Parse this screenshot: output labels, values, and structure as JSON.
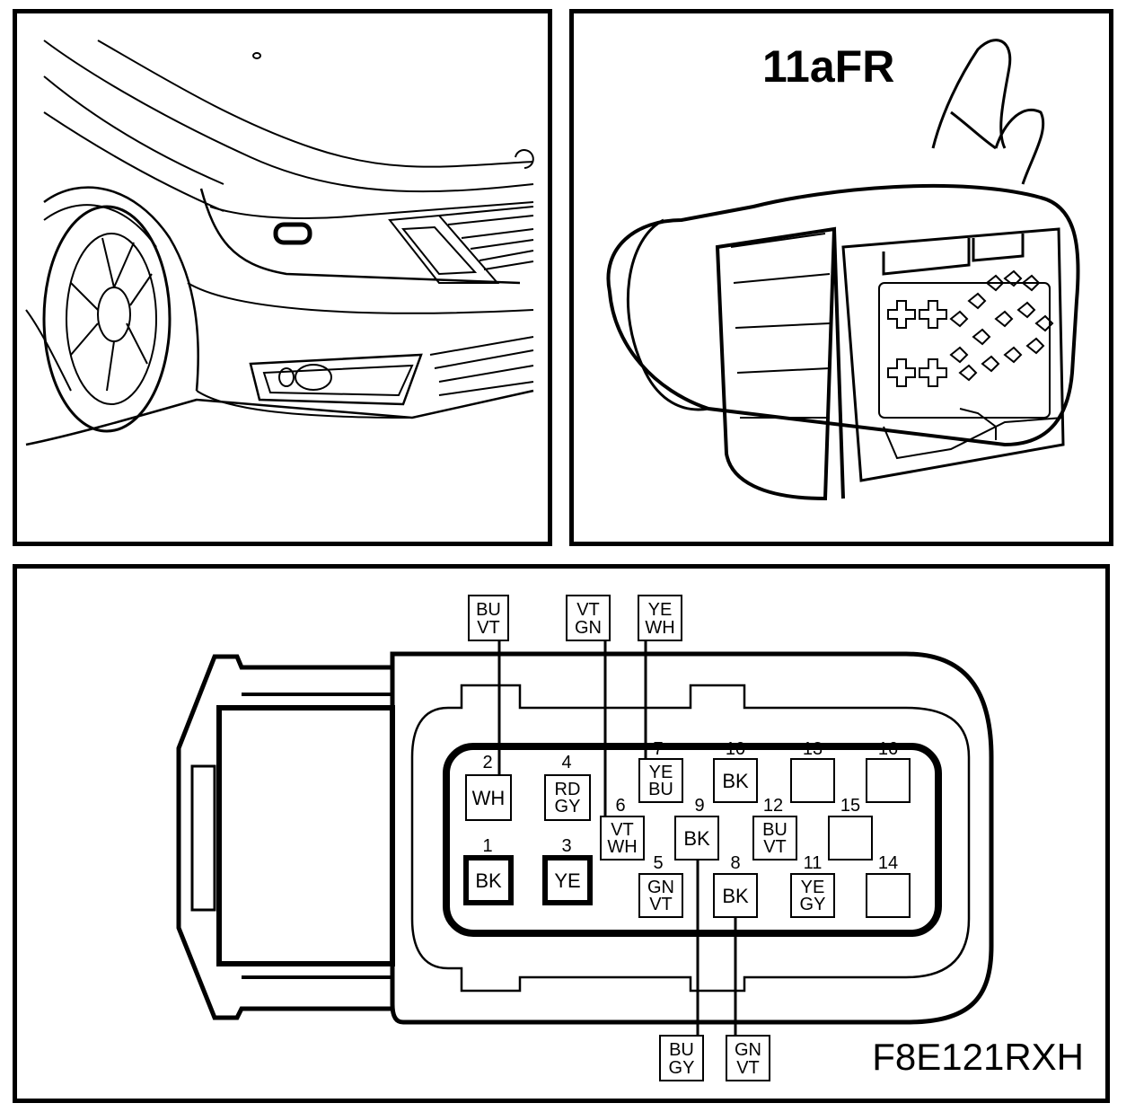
{
  "connector_id": "11aFR",
  "reference_code": "F8E121RXH",
  "pins": [
    {
      "num": "1",
      "wire": [
        "BK"
      ]
    },
    {
      "num": "2",
      "wire": [
        "WH"
      ]
    },
    {
      "num": "3",
      "wire": [
        "YE"
      ]
    },
    {
      "num": "4",
      "wire": [
        "RD",
        "GY"
      ]
    },
    {
      "num": "5",
      "wire": [
        "GN",
        "VT"
      ]
    },
    {
      "num": "6",
      "wire": [
        "VT",
        "WH"
      ]
    },
    {
      "num": "7",
      "wire": [
        "YE",
        "BU"
      ]
    },
    {
      "num": "8",
      "wire": [
        "BK"
      ]
    },
    {
      "num": "9",
      "wire": [
        "BK"
      ]
    },
    {
      "num": "10",
      "wire": [
        "BK"
      ]
    },
    {
      "num": "11",
      "wire": [
        "YE",
        "GY"
      ]
    },
    {
      "num": "12",
      "wire": [
        "BU",
        "VT"
      ]
    },
    {
      "num": "13",
      "wire": []
    },
    {
      "num": "14",
      "wire": []
    },
    {
      "num": "15",
      "wire": []
    },
    {
      "num": "16",
      "wire": []
    }
  ],
  "splices": [
    {
      "id": "top-2",
      "wire": [
        "BU",
        "VT"
      ]
    },
    {
      "id": "top-6",
      "wire": [
        "VT",
        "GN"
      ]
    },
    {
      "id": "top-7",
      "wire": [
        "YE",
        "WH"
      ]
    },
    {
      "id": "bottom-9",
      "wire": [
        "BU",
        "GY"
      ]
    },
    {
      "id": "bottom-8",
      "wire": [
        "GN",
        "VT"
      ]
    }
  ]
}
